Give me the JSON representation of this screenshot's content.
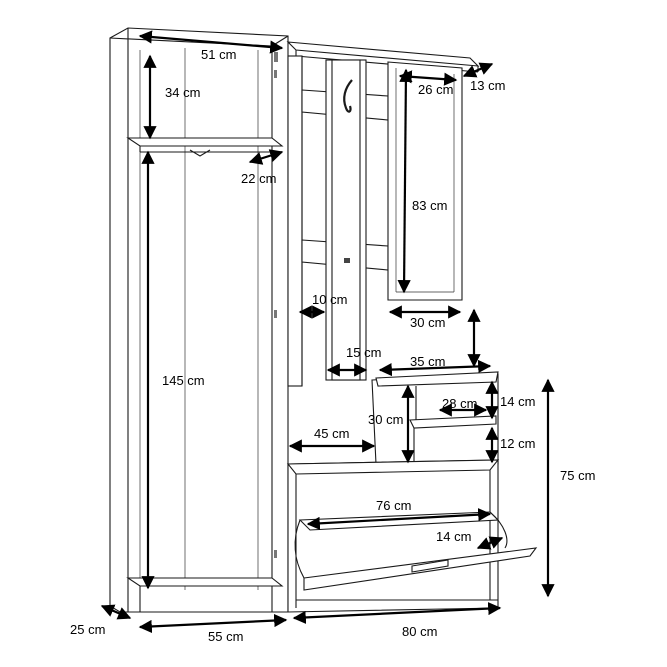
{
  "dimensions": {
    "left_width": "51 cm",
    "left_top_height": "34 cm",
    "rail_depth": "22 cm",
    "left_tall_height": "145 cm",
    "left_depth": "25 cm",
    "left_base_width": "55 cm",
    "mirror_width": "26 cm",
    "top_depth": "13 cm",
    "mirror_height": "83 cm",
    "hook_strip": "10 cm",
    "mirror_bottom_width": "30 cm",
    "panel_width": "15 cm",
    "shelf_width": "35 cm",
    "shelf_height": "30 cm",
    "shelf_inner": "28 cm",
    "shelf_top_gap": "14 cm",
    "shelf_bottom_gap": "12 cm",
    "bench_width": "45 cm",
    "cabinet_height": "75 cm",
    "flap_width": "76 cm",
    "flap_depth": "14 cm",
    "right_base_width": "80 cm"
  }
}
